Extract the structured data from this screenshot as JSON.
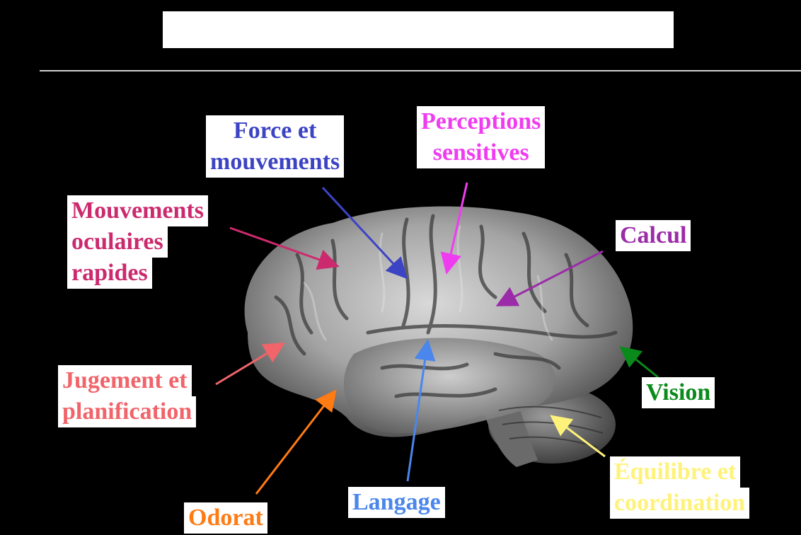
{
  "labels": {
    "force": {
      "line1": "Force et",
      "line2": "mouvements",
      "color": "#3c44c4"
    },
    "perceptions": {
      "line1": "Perceptions",
      "line2": "sensitives",
      "color": "#f03cf0"
    },
    "oculaires": {
      "line1": "Mouvements",
      "line2": "oculaires",
      "line3": "rapides",
      "color": "#cc2a6e"
    },
    "calcul": {
      "text": "Calcul",
      "color": "#9b2ba8"
    },
    "jugement": {
      "line1": "Jugement et",
      "line2": "planification",
      "color": "#f0646a"
    },
    "vision": {
      "text": "Vision",
      "color": "#0a8a1a"
    },
    "equilibre": {
      "line1": "Équilibre et",
      "line2": "coordination",
      "color": "#fff27a"
    },
    "odorat": {
      "text": "Odorat",
      "color": "#ff7b14"
    },
    "langage": {
      "text": "Langage",
      "color": "#4a86ec"
    }
  }
}
